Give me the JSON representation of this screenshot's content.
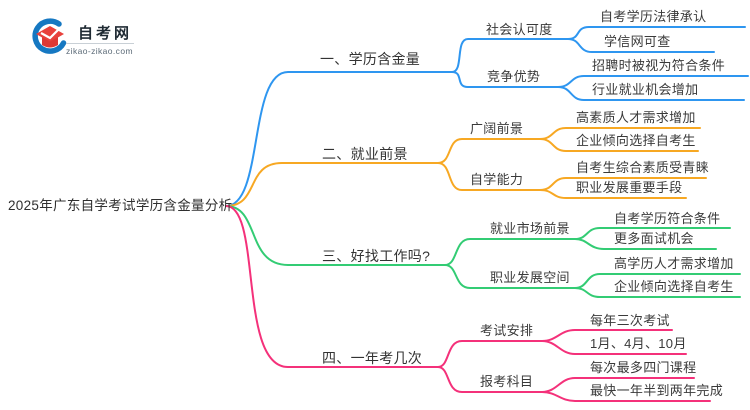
{
  "logo": {
    "title": "自考网",
    "domain": "zikao-zikao.com",
    "icon": "graduation-cap-icon",
    "cap_color": "#E8413C",
    "swoosh_color": "#1678C2"
  },
  "root": {
    "label": "2025年广东自学考试学历含金量分析"
  },
  "branches": [
    {
      "label": "一、学历含金量",
      "color": "#2E96F0",
      "children": [
        {
          "label": "社会认可度",
          "leaves": [
            "自考学历法律承认",
            "学信网可查"
          ]
        },
        {
          "label": "竞争优势",
          "leaves": [
            "招聘时被视为符合条件",
            "行业就业机会增加"
          ]
        }
      ]
    },
    {
      "label": "二、就业前景",
      "color": "#F7A823",
      "children": [
        {
          "label": "广阔前景",
          "leaves": [
            "高素质人才需求增加",
            "企业倾向选择自考生"
          ]
        },
        {
          "label": "自学能力",
          "leaves": [
            "自考生综合素质受青睐",
            "职业发展重要手段"
          ]
        }
      ]
    },
    {
      "label": "三、好找工作吗?",
      "color": "#33CC74",
      "children": [
        {
          "label": "就业市场前景",
          "leaves": [
            "自考学历符合条件",
            "更多面试机会"
          ]
        },
        {
          "label": "职业发展空间",
          "leaves": [
            "高学历人才需求增加",
            "企业倾向选择自考生"
          ]
        }
      ]
    },
    {
      "label": "四、一年考几次",
      "color": "#F4317A",
      "children": [
        {
          "label": "考试安排",
          "leaves": [
            "每年三次考试",
            "1月、4月、10月"
          ]
        },
        {
          "label": "报考科目",
          "leaves": [
            "每次最多四门课程",
            "最快一年半到两年完成"
          ]
        }
      ]
    }
  ]
}
